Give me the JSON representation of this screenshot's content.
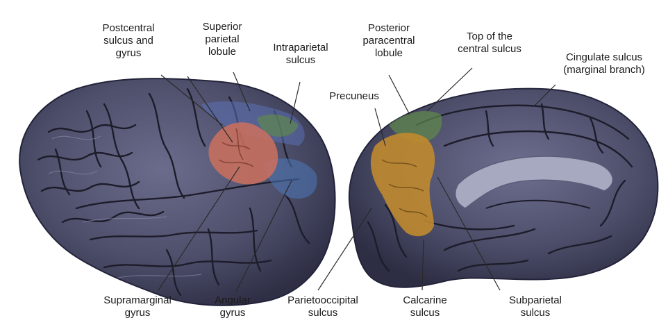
{
  "labels": {
    "postcentral": [
      "Postcentral",
      "sulcus and",
      "gyrus"
    ],
    "superior_parietal": [
      "Superior",
      "parietal",
      "lobule"
    ],
    "intraparietal": [
      "Intraparietal",
      "sulcus"
    ],
    "posterior_paracentral": [
      "Posterior",
      "paracentral",
      "lobule"
    ],
    "top_central": [
      "Top of the",
      "central sulcus"
    ],
    "cingulate": [
      "Cingulate sulcus",
      "(marginal branch)"
    ],
    "precuneus": [
      "Precuneus"
    ],
    "supramarginal": [
      "Supramarginal",
      "gyrus"
    ],
    "angular": [
      "Angular",
      "gyrus"
    ],
    "parietooccipital": [
      "Parietooccipital",
      "sulcus"
    ],
    "calcarine": [
      "Calcarine",
      "sulcus"
    ],
    "subparietal": [
      "Subparietal",
      "sulcus"
    ]
  },
  "colors": {
    "brain_base": "#4e4f6b",
    "brain_dark": "#2a2b3d",
    "sulcus_line": "#1c1c2a",
    "gyrus_highlight": "#8a8aa8",
    "supramarginal_region": "#c9705e",
    "superior_parietal_region": "#5b6fb5",
    "angular_region": "#4d78b8",
    "paracentral_region": "#5f8a4a",
    "precuneus_region": "#c0892f",
    "corpus_callosum": "#a7a9c0",
    "leader_line": "#2a2a2a"
  }
}
